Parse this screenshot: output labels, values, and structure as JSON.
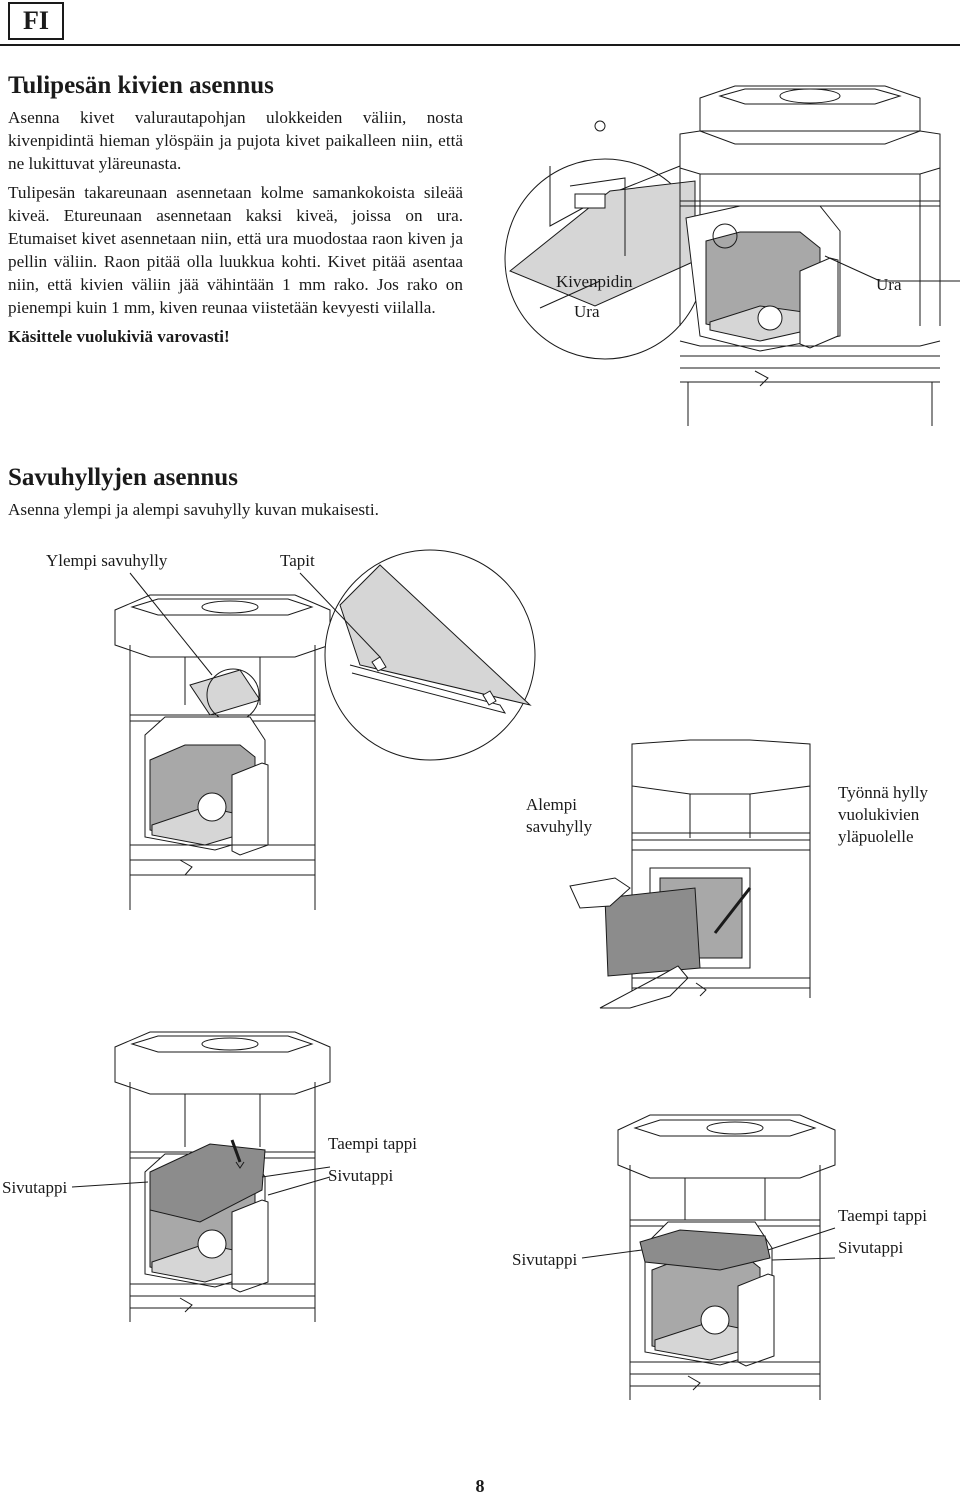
{
  "header": {
    "language_badge": "FI"
  },
  "section1": {
    "title": "Tulipesän kivien asennus",
    "paragraphs": [
      "Asenna kivet valurautapohjan ulokkeiden väliin, nosta kivenpidintä hieman ylöspäin ja pujota kivet paikalleen niin, että ne lukittuvat yläreunasta.",
      "Tulipesän takareunaan asennetaan kolme samankokoista sileää kiveä. Etureunaan asennetaan kaksi kiveä, joissa on ura. Etumaiset kivet asennetaan niin, että ura muodostaa raon kiven ja pellin väliin. Raon pitää olla luukkua kohti. Kivet pitää asentaa niin, että kivien väliin jää vähintään 1 mm rako. Jos rako on pienempi kuin 1 mm, kiven reunaa viistetään kevyesti viilalla."
    ],
    "warning": "Käsittele vuolukiviä varovasti!",
    "figure_labels": {
      "kivenpidin": "Kivenpidin",
      "ura_left": "Ura",
      "ura_right": "Ura"
    }
  },
  "section2": {
    "title": "Savuhyllyjen asennus",
    "intro": "Asenna ylempi ja alempi savuhylly kuvan mukaisesti.",
    "figure_labels": {
      "ylempi_savuhylly": "Ylempi savuhylly",
      "tapit": "Tapit",
      "alempi_savuhylly": "Alempi savuhylly",
      "alempi_line1": "Alempi",
      "alempi_line2": "savuhylly",
      "tyonna_line1": "Työnnä hylly",
      "tyonna_line2": "vuolukivien",
      "tyonna_line3": "yläpuolelle",
      "sivutappi_fig3_left": "Sivutappi",
      "taempi_tappi_fig3": "Taempi tappi",
      "sivutappi_fig3_right": "Sivutappi",
      "sivutappi_fig4_left": "Sivutappi",
      "taempi_tappi_fig4": "Taempi tappi",
      "sivutappi_fig4_right": "Sivutappi"
    }
  },
  "footer": {
    "page_number": "8"
  }
}
